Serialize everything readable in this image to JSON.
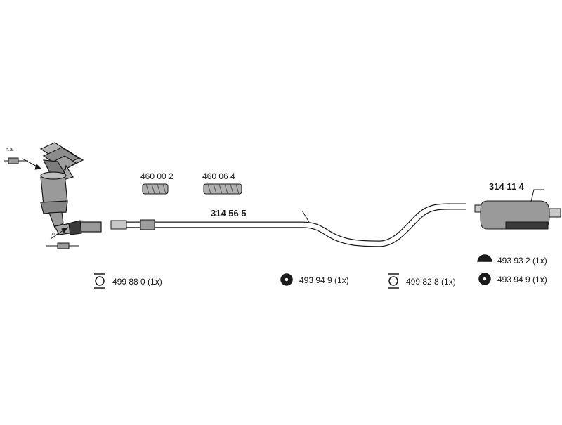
{
  "diagram": {
    "parts": {
      "front_pipe_number": "314 56 5",
      "rear_silencer_number": "314 11 4",
      "flex_pipe_a": "460 00 2",
      "flex_pipe_b": "460 06 4"
    },
    "sensor_notes": {
      "upper": "n.a.",
      "lower": "n.a."
    },
    "mounts": {
      "m1": "499 88 0 (1x)",
      "m2": "493 94 9 (1x)",
      "m3": "499 82 8 (1x)",
      "m4": "493 93 2 (1x)",
      "m5": "493 94 9 (1x)"
    },
    "colors": {
      "ink": "#1a1a1a",
      "part_fill": "#9a9a9a",
      "dark_fill": "#3a3a3a"
    }
  }
}
